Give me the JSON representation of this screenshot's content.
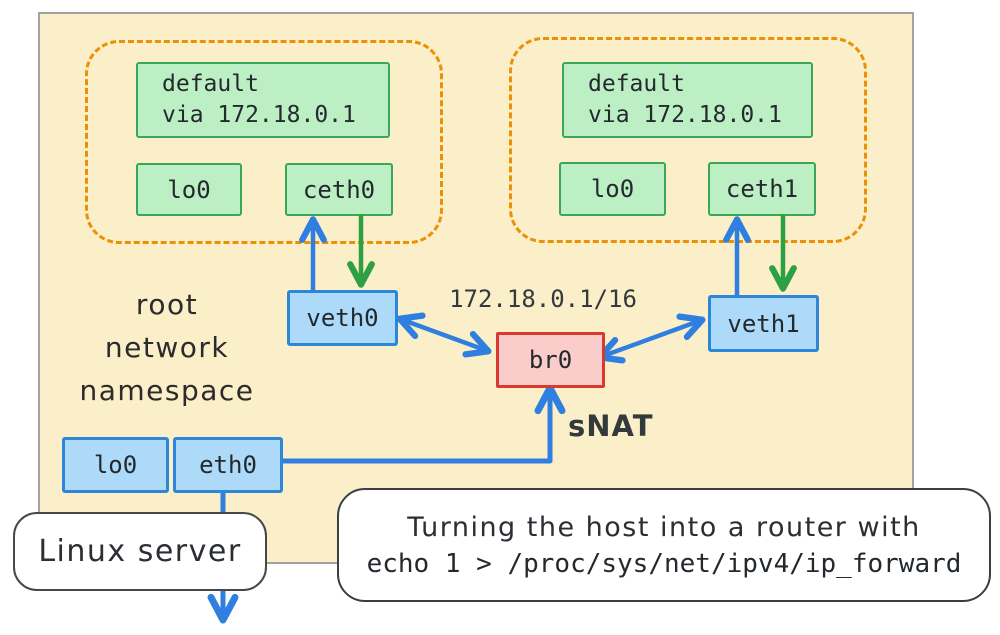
{
  "colors": {
    "host_fill": "#faefc8",
    "host_border": "#a3a3a3",
    "namespace_dash_orange": "#ec9006",
    "green_fill": "#bcf0c4",
    "green_border": "#3ba559",
    "blue_fill": "#acdaf8",
    "blue_border": "#2e86d9",
    "bridge_fill": "#faccca",
    "bridge_border": "#d93a2f",
    "arrow_blue": "#2e7fe0",
    "arrow_green": "#2ea043",
    "text_dark": "#24292e"
  },
  "host": {
    "ns_caption_line1": "root",
    "ns_caption_line2": "network",
    "ns_caption_line3": "namespace",
    "lo_label": "lo0",
    "eth_label": "eth0",
    "server_label": "Linux server"
  },
  "namespace1": {
    "route_line1": "default",
    "route_line2": "via 172.18.0.1",
    "lo_label": "lo0",
    "ceth_label": "ceth0",
    "veth_label": "veth0"
  },
  "namespace2": {
    "route_line1": "default",
    "route_line2": "via 172.18.0.1",
    "lo_label": "lo0",
    "ceth_label": "ceth1",
    "veth_label": "veth1"
  },
  "bridge": {
    "label": "br0",
    "ip_cidr": "172.18.0.1/16",
    "snat_label": "sNAT"
  },
  "callout": {
    "line1": "Turning the host into a router with",
    "line2": "echo 1 > /proc/sys/net/ipv4/ip_forward"
  }
}
